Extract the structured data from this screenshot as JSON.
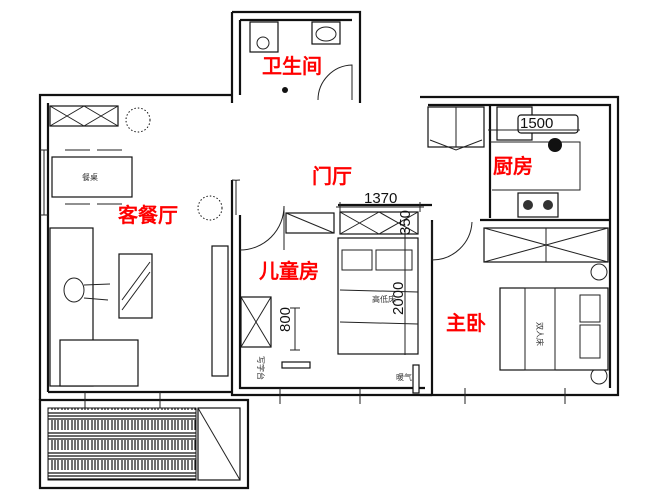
{
  "rooms": {
    "bathroom": "卫生间",
    "living_dining": "客餐厅",
    "foyer": "门厅",
    "kids_room": "儿童房",
    "kitchen": "厨房",
    "master_bedroom": "主卧"
  },
  "dimensions": {
    "wardrobe_width": "1370",
    "wardrobe_depth": "350",
    "bed_length": "2000",
    "desk_length": "800",
    "kitchen_length": "1500"
  },
  "furniture_labels": {
    "dining_table": "餐桌",
    "bunk_bed": "高低床",
    "radiator": "暖气",
    "desk": "写字台",
    "double_bed": "双人床"
  },
  "colors": {
    "room_label": "#ff0000",
    "walls": "#111111"
  }
}
